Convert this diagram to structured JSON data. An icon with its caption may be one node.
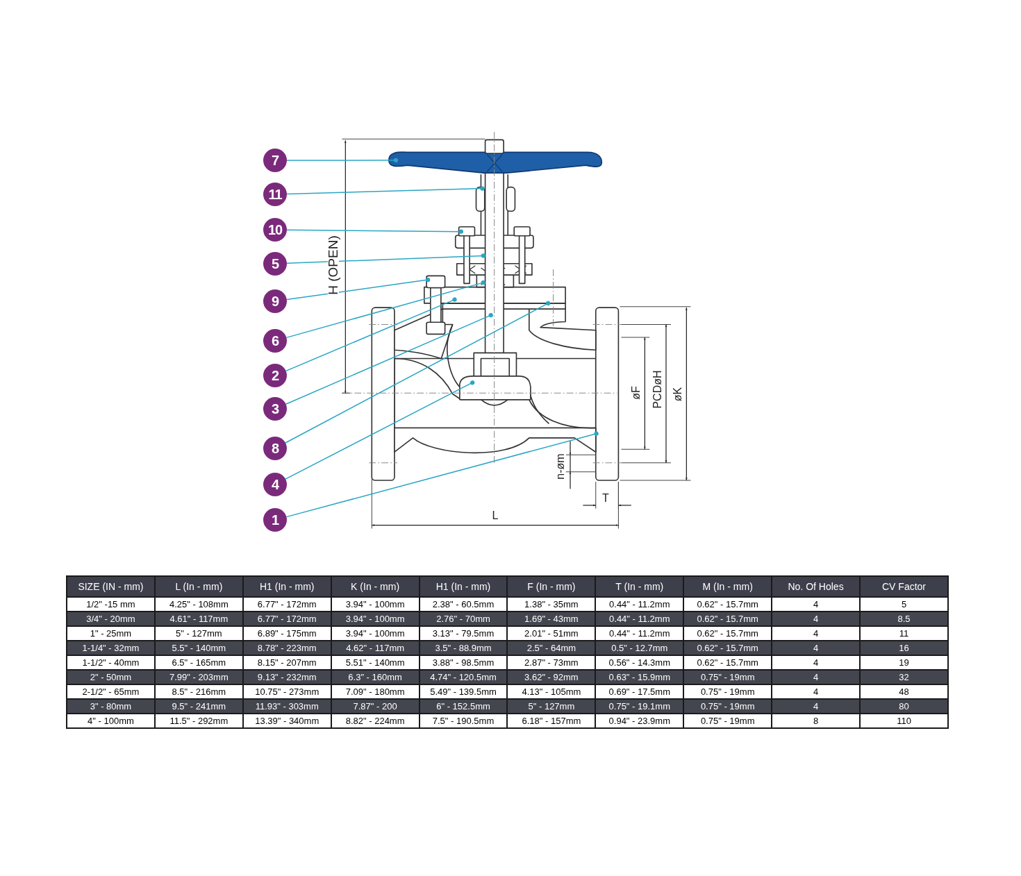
{
  "diagram": {
    "nodes": [
      {
        "text": [
          "7"
        ]
      },
      {
        "text": [
          "11"
        ]
      },
      {
        "text": [
          "10"
        ]
      },
      {
        "text": [
          "5"
        ]
      },
      {
        "text": [
          "9"
        ]
      },
      {
        "text": [
          "6"
        ]
      },
      {
        "text": [
          "2"
        ]
      },
      {
        "text": [
          "3"
        ]
      },
      {
        "text": [
          "8"
        ]
      },
      {
        "text": [
          "4"
        ]
      },
      {
        "text": [
          "1"
        ]
      }
    ],
    "edges": [
      {
        "from": 0,
        "to": null,
        "arrow": "other"
      },
      {
        "from": 1,
        "to": null,
        "arrow": "other"
      },
      {
        "from": 2,
        "to": null,
        "arrow": "other"
      },
      {
        "from": 3,
        "to": null,
        "arrow": "other"
      },
      {
        "from": 4,
        "to": null,
        "arrow": "other"
      },
      {
        "from": 5,
        "to": null,
        "arrow": "other"
      },
      {
        "from": 6,
        "to": null,
        "arrow": "other"
      },
      {
        "from": 7,
        "to": null,
        "arrow": "other"
      },
      {
        "from": 8,
        "to": null,
        "arrow": "other"
      },
      {
        "from": 9,
        "to": null,
        "arrow": "other"
      },
      {
        "from": 10,
        "to": null,
        "arrow": "other"
      }
    ],
    "labels": [
      "H (OPEN)",
      "øF",
      "PCDøH",
      "øK",
      "n-øm",
      "T",
      "L",
      "SIZE (IN - mm)",
      "L (In - mm)",
      "H1 (In - mm)",
      "K (In - mm)",
      "H1 (In - mm)",
      "F (In - mm)",
      "T (In - mm)",
      "M (In - mm)",
      "No. Of Holes",
      "CV Factor",
      "1/2\" -15 mm",
      "4.25\" - 108mm",
      "6.77\" - 172mm",
      "3.94\" - 100mm",
      "2.38\" - 60.5mm",
      "1.38\" - 35mm",
      "0.44\" - 11.2mm",
      "0.62\" - 15.7mm",
      "4",
      "5",
      "3/4\" - 20mm",
      "4.61\" - 117mm",
      "6.77\" - 172mm",
      "3.94\" - 100mm",
      "2.76\" - 70mm",
      "1.69\" - 43mm",
      "0.44\" - 11.2mm",
      "0.62\" - 15.7mm",
      "4",
      "8.5",
      "1\" - 25mm",
      "5\" - 127mm",
      "6.89\" - 175mm",
      "3.94\" - 100mm",
      "3.13\" - 79.5mm",
      "2.01\" - 51mm",
      "0.44\" - 11.2mm",
      "0.62\" - 15.7mm",
      "4",
      "11",
      "1-1/4\" - 32mm",
      "5.5\" - 140mm",
      "8.78\" - 223mm",
      "4.62\" - 117mm",
      "3.5\" - 88.9mm",
      "2.5\" - 64mm",
      "0.5\" - 12.7mm",
      "0.62\" - 15.7mm",
      "4",
      "16",
      "1-1/2\" - 40mm",
      "6.5\" - 165mm",
      "8.15\" - 207mm",
      "5.51\" - 140mm",
      "3.88\" - 98.5mm",
      "2.87\" - 73mm",
      "0.56\" - 14.3mm",
      "0.62\" - 15.7mm",
      "4",
      "19",
      "2\" - 50mm",
      "7.99\" - 203mm",
      "9.13\" - 232mm",
      "6.3\" - 160mm",
      "4.74\" - 120.5mm",
      "3.62\" - 92mm",
      "0.63\" - 15.9mm",
      "0.75\" - 19mm",
      "4",
      "32",
      "2-1/2\" - 65mm",
      "8.5\" - 216mm",
      "10.75\" - 273mm",
      "7.09\" - 180mm",
      "5.49\" - 139.5mm",
      "4.13\" - 105mm",
      "0.69\" - 17.5mm",
      "0.75\" - 19mm",
      "4",
      "48",
      "3\" - 80mm",
      "9.5\" - 241mm",
      "11.93\" - 303mm",
      "7.87\" - 200",
      "6\" - 152.5mm",
      "5\" - 127mm",
      "0.75\" - 19.1mm",
      "0.75\" - 19mm",
      "4",
      "80",
      "4\" - 100mm",
      "11.5\" - 292mm",
      "13.39\" - 340mm",
      "8.82\" - 224mm",
      "7.5\" - 190.5mm",
      "6.18\" - 157mm",
      "0.94\" - 23.9mm",
      "0.75\" - 19mm",
      "8",
      "110"
    ]
  }
}
